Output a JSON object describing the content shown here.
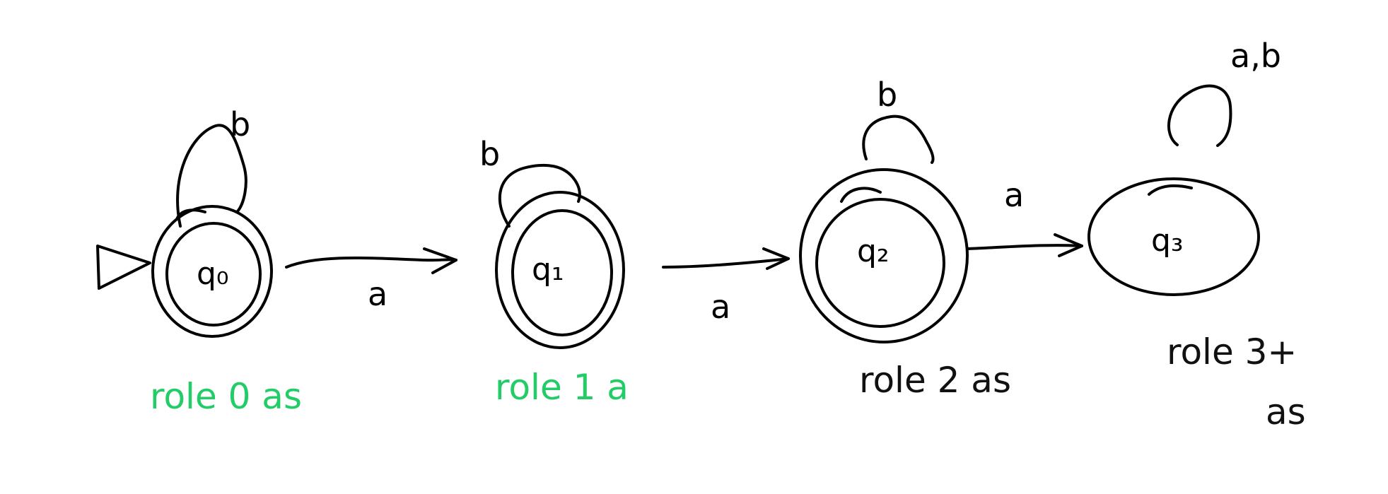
{
  "states": [
    {
      "id": "q0",
      "label": "q₀",
      "initial": true,
      "accepting": true
    },
    {
      "id": "q1",
      "label": "q₁",
      "initial": false,
      "accepting": true
    },
    {
      "id": "q2",
      "label": "q₂",
      "initial": false,
      "accepting": true
    },
    {
      "id": "q3",
      "label": "q₃",
      "initial": false,
      "accepting": false
    }
  ],
  "transitions": [
    {
      "from": "q0",
      "to": "q0",
      "label": "b"
    },
    {
      "from": "q0",
      "to": "q1",
      "label": "a"
    },
    {
      "from": "q1",
      "to": "q1",
      "label": "b"
    },
    {
      "from": "q1",
      "to": "q2",
      "label": "a"
    },
    {
      "from": "q2",
      "to": "q2",
      "label": "b"
    },
    {
      "from": "q2",
      "to": "q3",
      "label": "a"
    },
    {
      "from": "q3",
      "to": "q3",
      "label": "a,b"
    }
  ],
  "notes": {
    "q0": {
      "text": "role 0 as",
      "color": "#22cc66"
    },
    "q1": {
      "text": "role 1 a",
      "color": "#22cc66"
    },
    "q2": {
      "text": "role 2 as",
      "color": "#111111"
    },
    "q3_line1": {
      "text": "role 3+",
      "color": "#111111"
    },
    "q3_line2": {
      "text": "as",
      "color": "#111111"
    }
  }
}
